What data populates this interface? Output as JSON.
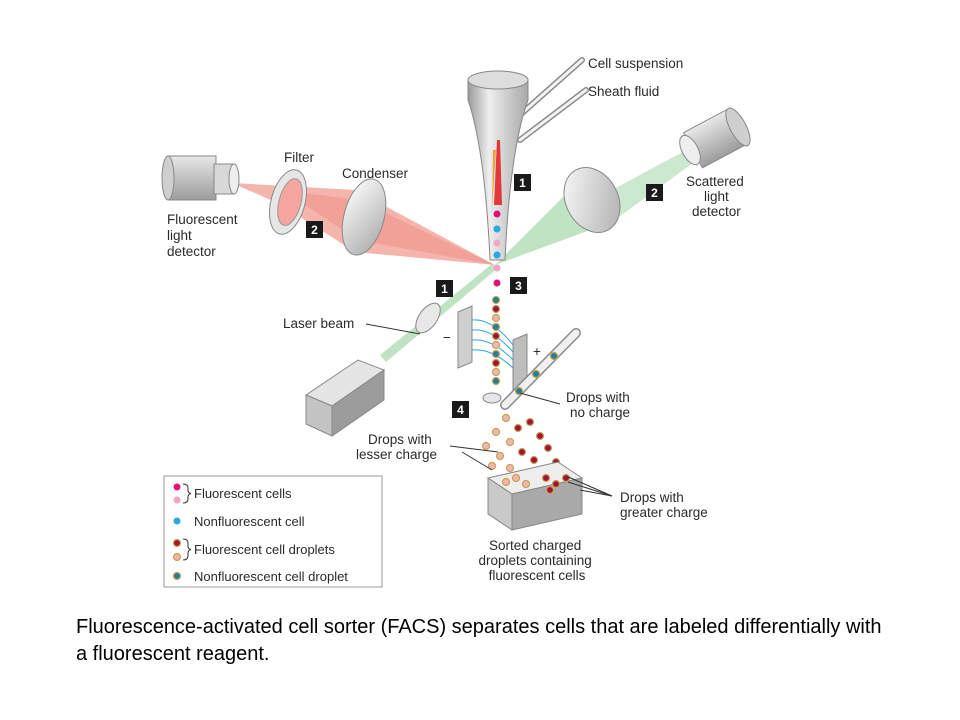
{
  "labels": {
    "cell_suspension": "Cell suspension",
    "sheath_fluid": "Sheath fluid",
    "filter": "Filter",
    "condenser": "Condenser",
    "fluorescent_detector": [
      "Fluorescent",
      "light",
      "detector"
    ],
    "scattered_detector": [
      "Scattered",
      "light",
      "detector"
    ],
    "laser_beam": "Laser beam",
    "drops_no_charge": [
      "Drops with",
      "no charge"
    ],
    "drops_lesser_charge": [
      "Drops with",
      "lesser charge"
    ],
    "drops_greater_charge": [
      "Drops with",
      "greater charge"
    ],
    "sorted": [
      "Sorted charged",
      "droplets containing",
      "fluorescent cells"
    ],
    "minus": "−",
    "plus": "+"
  },
  "steps": {
    "nozzle": "1",
    "laser": "1",
    "filter": "2",
    "scatter": "2",
    "stream": "3",
    "deflect": "4"
  },
  "legend": {
    "fluorescent_cells": "Fluorescent cells",
    "nonfluorescent_cell": "Nonfluorescent cell",
    "fluorescent_droplets": "Fluorescent cell droplets",
    "nonfluorescent_droplet": "Nonfluorescent cell droplet"
  },
  "caption": "Fluorescence-activated cell sorter (FACS) separates cells that are labeled differentially with a fluorescent reagent.",
  "colors": {
    "fluorescent_cell": "#e0127a",
    "fluorescent_cell_light": "#f3a4c4",
    "nonfluorescent_cell": "#29a8df",
    "droplet_magenta": "#a0123f",
    "droplet_pink": "#f0b6b6",
    "droplet_teal": "#1f7fa3",
    "droplet_ring": "#c9a24a",
    "step_box": "#1a1a1a",
    "red_beam": "#f3a79e",
    "green_beam": "#b9e0bd"
  }
}
